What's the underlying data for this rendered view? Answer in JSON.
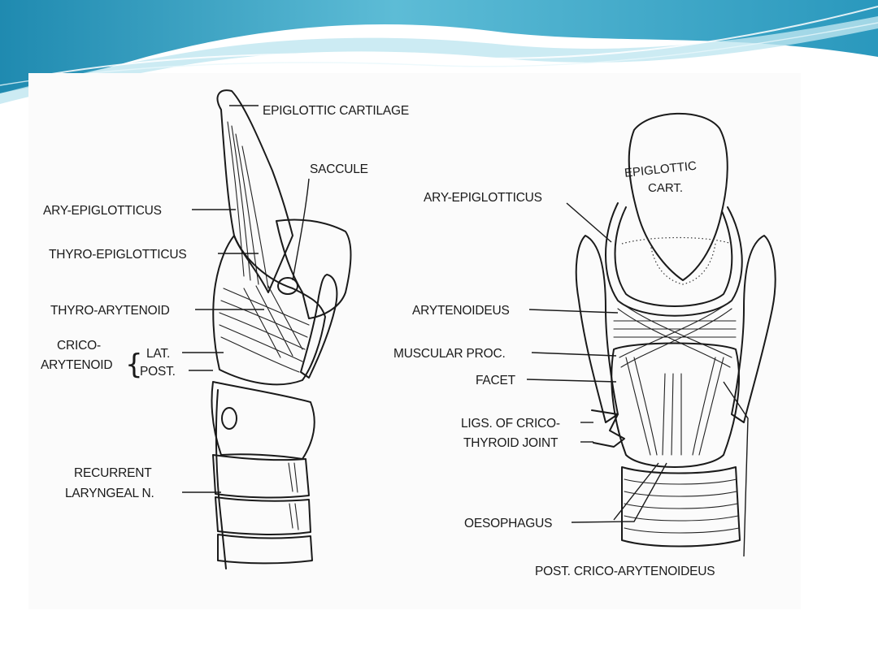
{
  "colors": {
    "wave_dark": "#1f8ab0",
    "wave_mid": "#5dbcd6",
    "wave_light": "#bfe6f0",
    "ink": "#1a1a1a",
    "stipple": "#d6d6d6"
  },
  "lateral_view": {
    "labels": {
      "epiglottic_cartilage": "EPIGLOTTIC CARTILAGE",
      "saccule": "SACCULE",
      "ary_epiglotticus": "ARY-EPIGLOTTICUS",
      "thyro_epiglotticus": "THYRO-EPIGLOTTICUS",
      "thyro_arytenoid": "THYRO-ARYTENOID",
      "crico_line1": "CRICO-",
      "crico_line2": "ARYTENOID",
      "lat": "LAT.",
      "post": "POST.",
      "recurrent_line1": "RECURRENT",
      "recurrent_line2": "LARYNGEAL N."
    }
  },
  "posterior_view": {
    "labels": {
      "epiglottic_line1": "EPIGLOTTIC",
      "epiglottic_line2": "CART.",
      "ary_epiglotticus": "ARY-EPIGLOTTICUS",
      "arytenoideus": "ARYTENOIDEUS",
      "muscular_proc": "MUSCULAR PROC.",
      "facet": "FACET",
      "ligs_line1": "LIGS. OF CRICO-",
      "ligs_line2": "THYROID JOINT",
      "oesophagus": "OESOPHAGUS",
      "post_crico": "POST. CRICO-ARYTENOIDEUS"
    }
  }
}
